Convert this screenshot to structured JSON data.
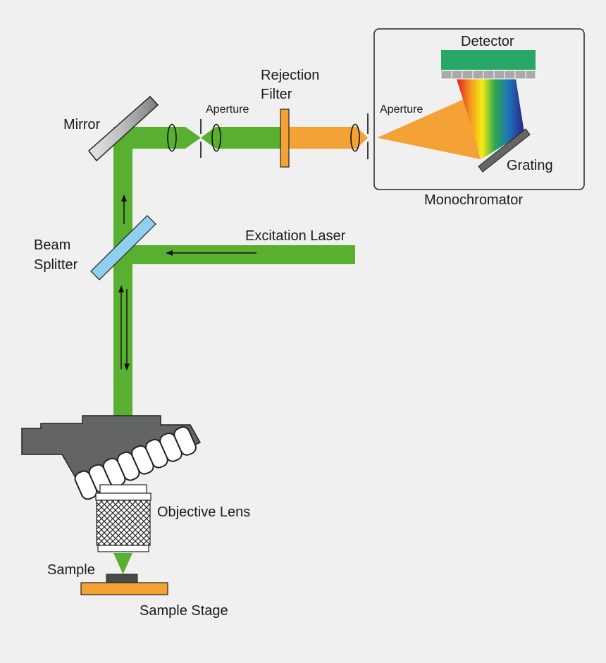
{
  "labels": {
    "mirror": "Mirror",
    "aperture_1": "Aperture",
    "rejection_filter_line1": "Rejection",
    "rejection_filter_line2": "Filter",
    "aperture_2": "Aperture",
    "detector": "Detector",
    "grating": "Grating",
    "monochromator": "Monochromator",
    "beam_splitter_line1": "Beam",
    "beam_splitter_line2": "Splitter",
    "excitation_laser": "Excitation Laser",
    "objective_lens": "Objective Lens",
    "sample": "Sample",
    "sample_stage": "Sample Stage"
  },
  "colors": {
    "background": "#f0f0f0",
    "laser_beam": "#59b030",
    "raman_beam": "#f4a235",
    "detector": "#27a866",
    "detector_pixels": "#a9a9a9",
    "beam_splitter": "#8fd0ef",
    "microscope_body": "#636466",
    "sample_stage": "#f4a235"
  }
}
